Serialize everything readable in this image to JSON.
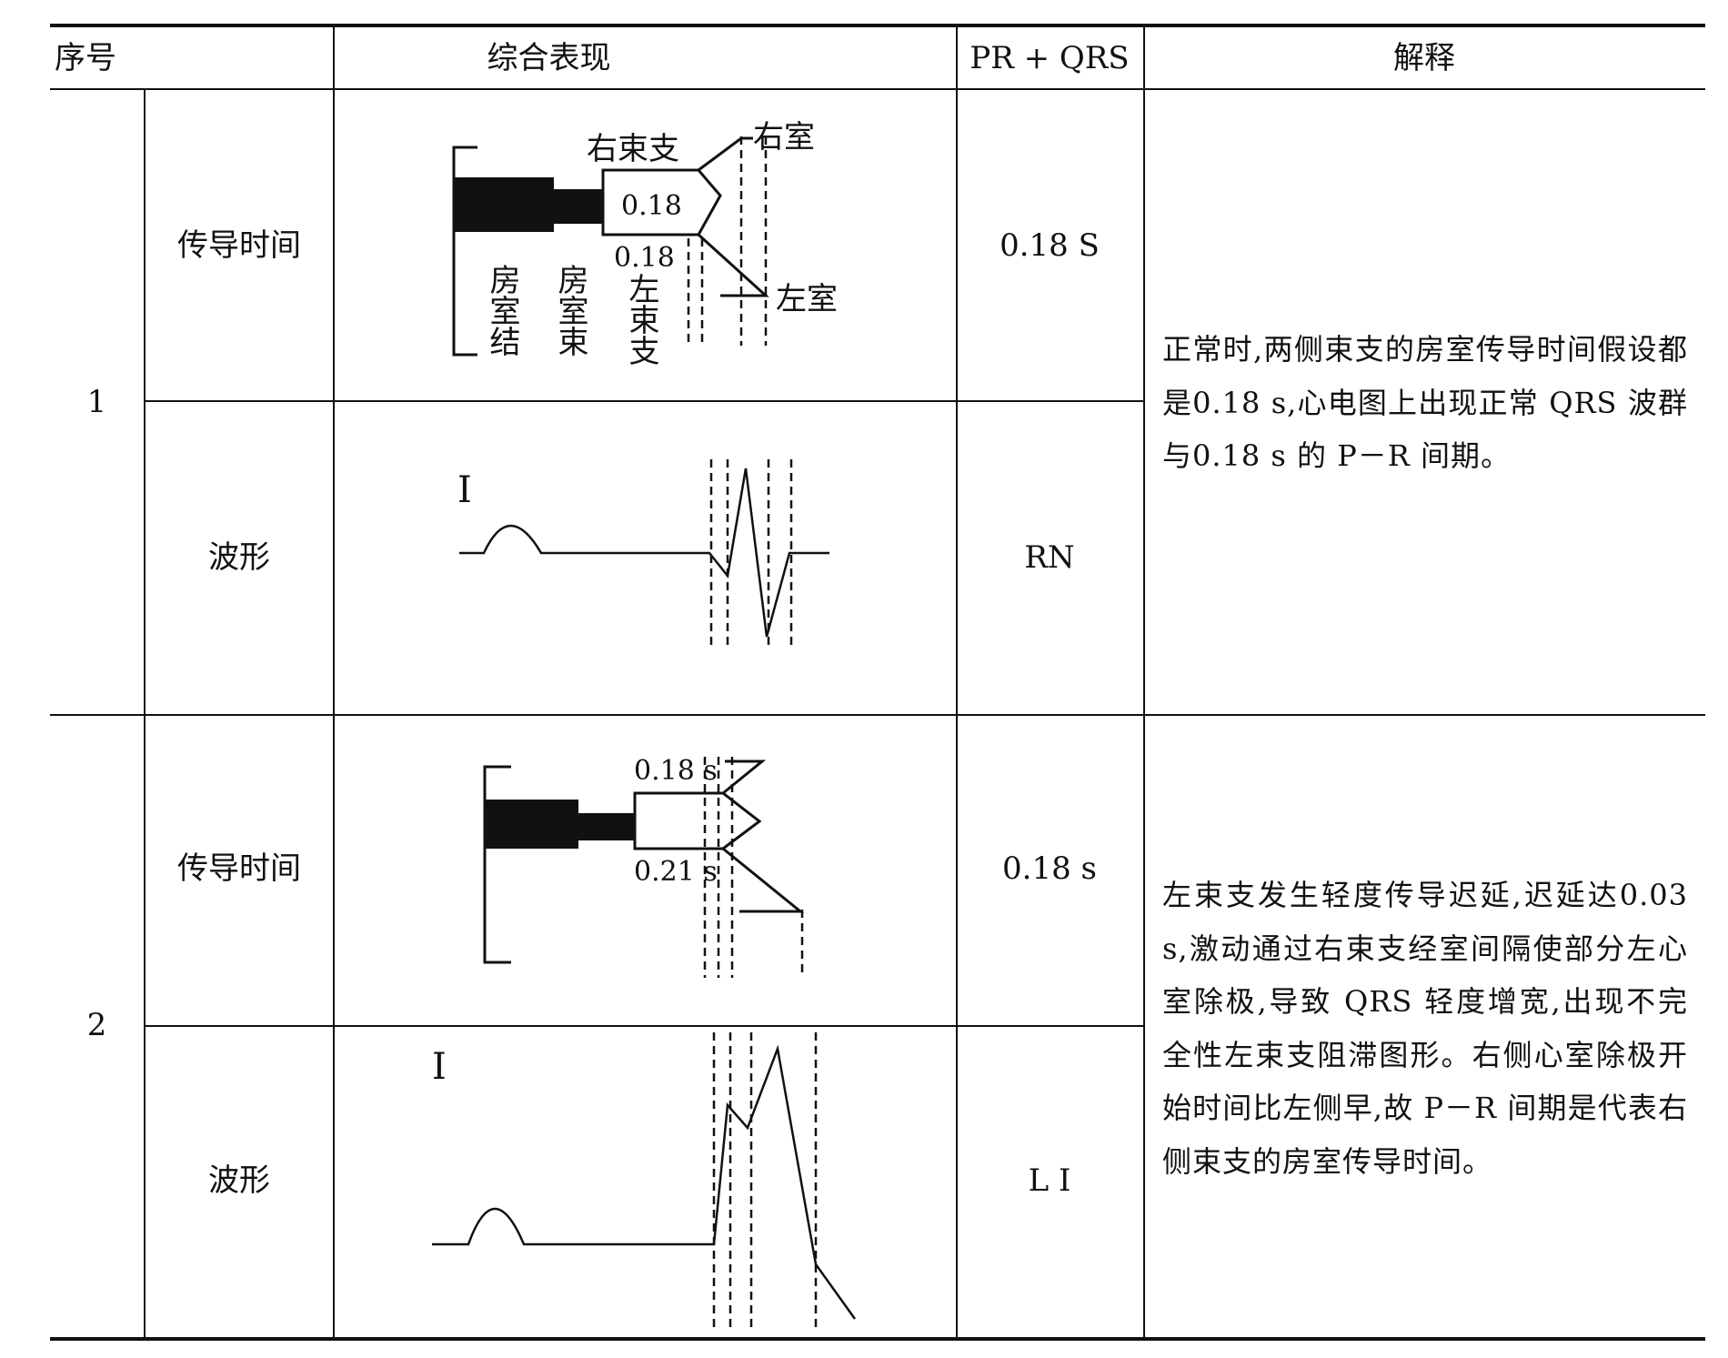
{
  "table": {
    "headers": [
      "序号",
      "综合表现",
      "PR + QRS",
      "解释"
    ],
    "rows": [
      {
        "index": "1",
        "sub_rows": [
          {
            "label": "传导时间",
            "pr_qrs": "0.18 S",
            "diagram": {
              "right_branch_label": "右束支",
              "right_ventricle_label": "右室",
              "box_value": "0.18",
              "left_branch_value": "0.18",
              "av_node_label": "房室结",
              "av_bundle_label": "房室束",
              "left_branch_label": "左束支",
              "left_ventricle_label": "左室"
            }
          },
          {
            "label": "波形",
            "pr_qrs": "RN",
            "lead_label": "I"
          }
        ],
        "explanation": "正常时,两侧束支的房室传导时间假设都是0.18 s,心电图上出现正常 QRS 波群与0.18 s 的 P－R 间期。"
      },
      {
        "index": "2",
        "sub_rows": [
          {
            "label": "传导时间",
            "pr_qrs": "0.18 s",
            "diagram": {
              "upper_value": "0.18 s",
              "lower_value": "0.21 s"
            }
          },
          {
            "label": "波形",
            "pr_qrs": "L I",
            "lead_label": "I"
          }
        ],
        "explanation": "左束支发生轻度传导迟延,迟延达0.03 s,激动通过右束支经室间隔使部分左心室除极,导致 QRS 轻度增宽,出现不完全性左束支阻滞图形。右侧心室除极开始时间比左侧早,故 P－R 间期是代表右侧束支的房室传导时间。"
      }
    ]
  }
}
